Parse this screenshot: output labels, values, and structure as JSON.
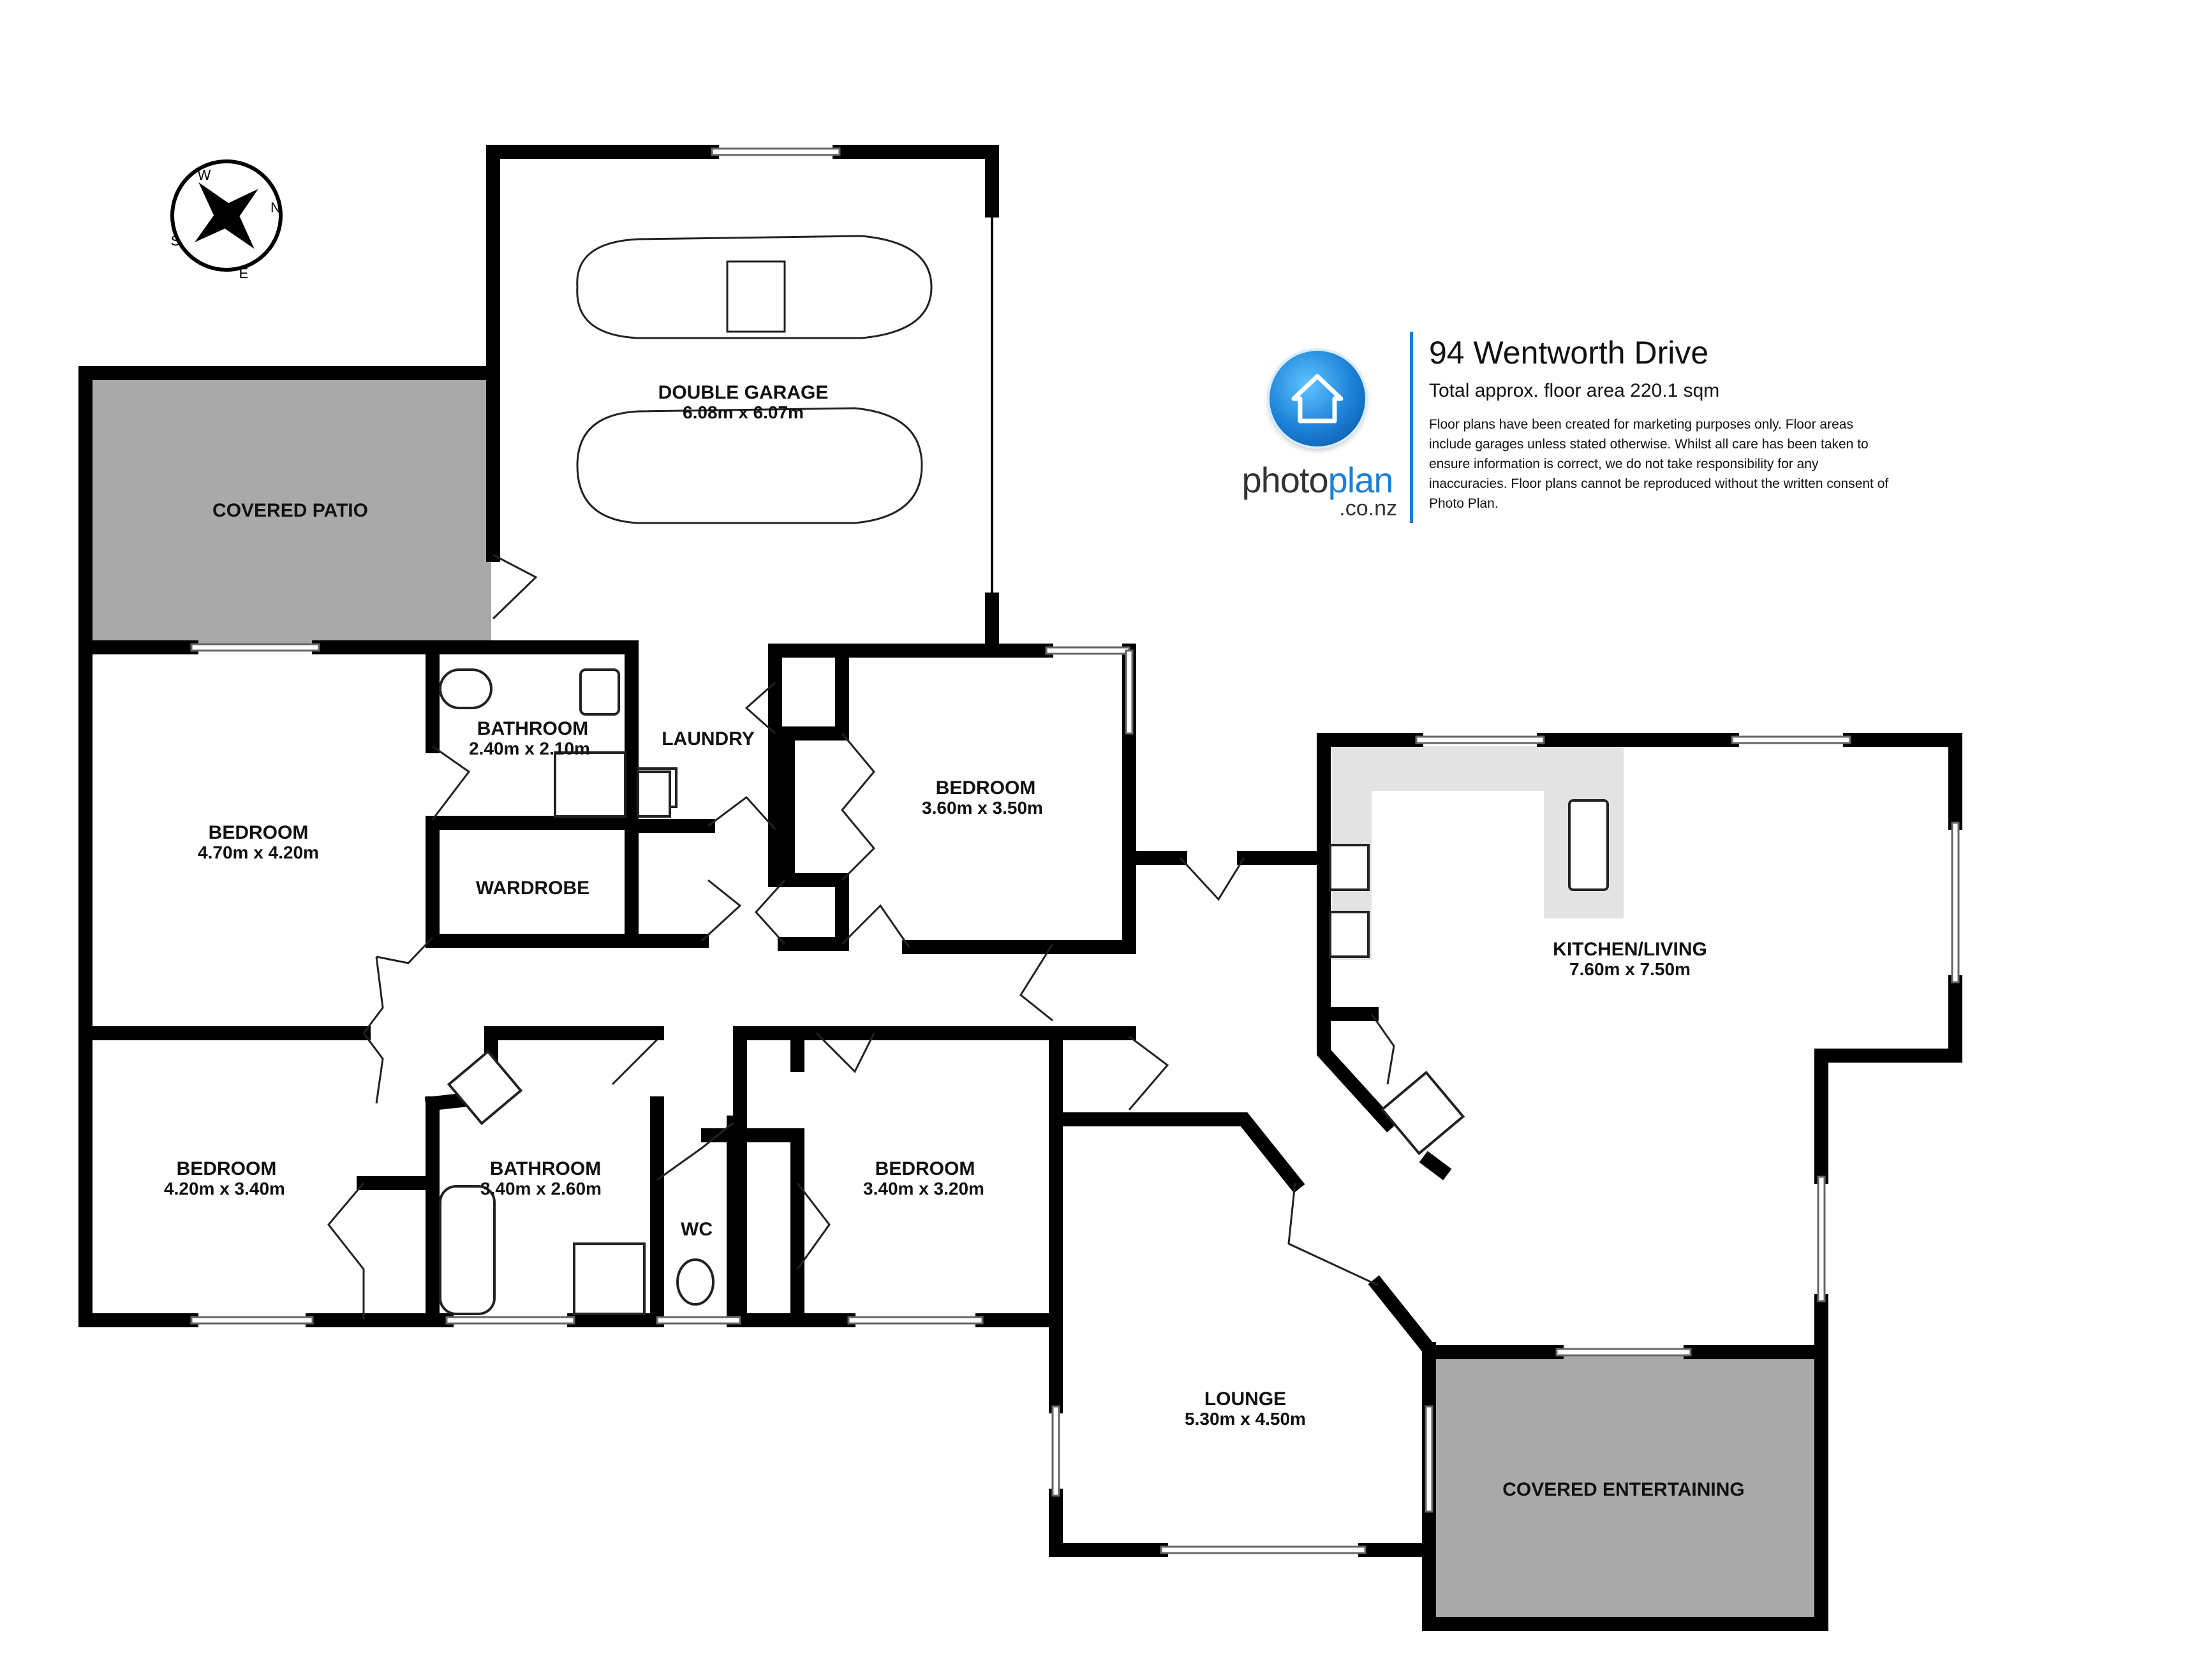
{
  "property": {
    "address": "94 Wentworth Drive",
    "total_area": "Total approx. floor area 220.1 sqm",
    "disclaimer": "Floor plans have been created for marketing purposes only. Floor areas include garages unless stated otherwise. Whilst all care has been taken to ensure information is correct, we do not take responsibility for any inaccuracies. Floor plans cannot be reproduced without the written consent of Photo Plan."
  },
  "brand": {
    "name_part1": "photo",
    "name_part2": "plan",
    "domain": ".co.nz",
    "accent_color": "#1a7fd6",
    "icon": "house-icon"
  },
  "compass": {
    "n": "N",
    "e": "E",
    "s": "S",
    "w": "W"
  },
  "colors": {
    "wall": "#000000",
    "covered_area": "#a9a9a9",
    "kitchen_bench": "#e3e3e3"
  },
  "rooms": {
    "garage": {
      "name": "DOUBLE GARAGE",
      "dims": "6.08m  x 6.07m"
    },
    "patio": {
      "name": "COVERED PATIO",
      "dims": ""
    },
    "bathroom1": {
      "name": "BATHROOM",
      "dims": "2.40m  x 2.10m"
    },
    "laundry": {
      "name": "LAUNDRY",
      "dims": ""
    },
    "bedroom1": {
      "name": "BEDROOM",
      "dims": "4.70m  x 4.20m"
    },
    "wardrobe": {
      "name": "WARDROBE",
      "dims": ""
    },
    "bedroom2": {
      "name": "BEDROOM",
      "dims": "3.60m  x 3.50m"
    },
    "kitchen": {
      "name": "KITCHEN/LIVING",
      "dims": "7.60m  x 7.50m"
    },
    "bedroom3": {
      "name": "BEDROOM",
      "dims": "4.20m  x 3.40m"
    },
    "bathroom2": {
      "name": "BATHROOM",
      "dims": "3.40m  x 2.60m"
    },
    "wc": {
      "name": "WC",
      "dims": ""
    },
    "bedroom4": {
      "name": "BEDROOM",
      "dims": "3.40m  x 3.20m"
    },
    "lounge": {
      "name": "LOUNGE",
      "dims": "5.30m  x 4.50m"
    },
    "entertaining": {
      "name": "COVERED ENTERTAINING",
      "dims": ""
    }
  }
}
